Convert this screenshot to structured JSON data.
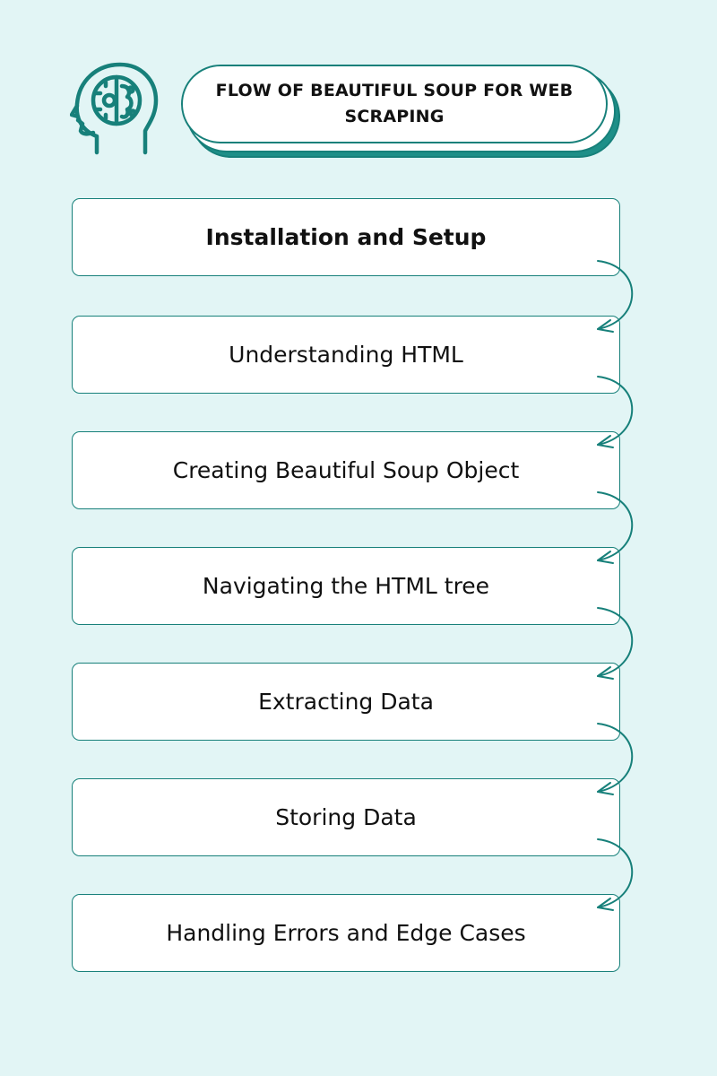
{
  "title": "FLOW OF BEAUTIFUL SOUP FOR WEB SCRAPING",
  "steps": [
    "Installation and Setup",
    "Understanding HTML",
    "Creating Beautiful Soup Object",
    "Navigating the HTML tree",
    "Extracting Data",
    "Storing Data",
    "Handling Errors and Edge Cases"
  ],
  "colors": {
    "background": "#e2f5f5",
    "accent": "#17807a",
    "box": "#ffffff",
    "text": "#111111"
  },
  "icons": [
    "head-brain-gear-icon",
    "curved-arrow-icon"
  ]
}
